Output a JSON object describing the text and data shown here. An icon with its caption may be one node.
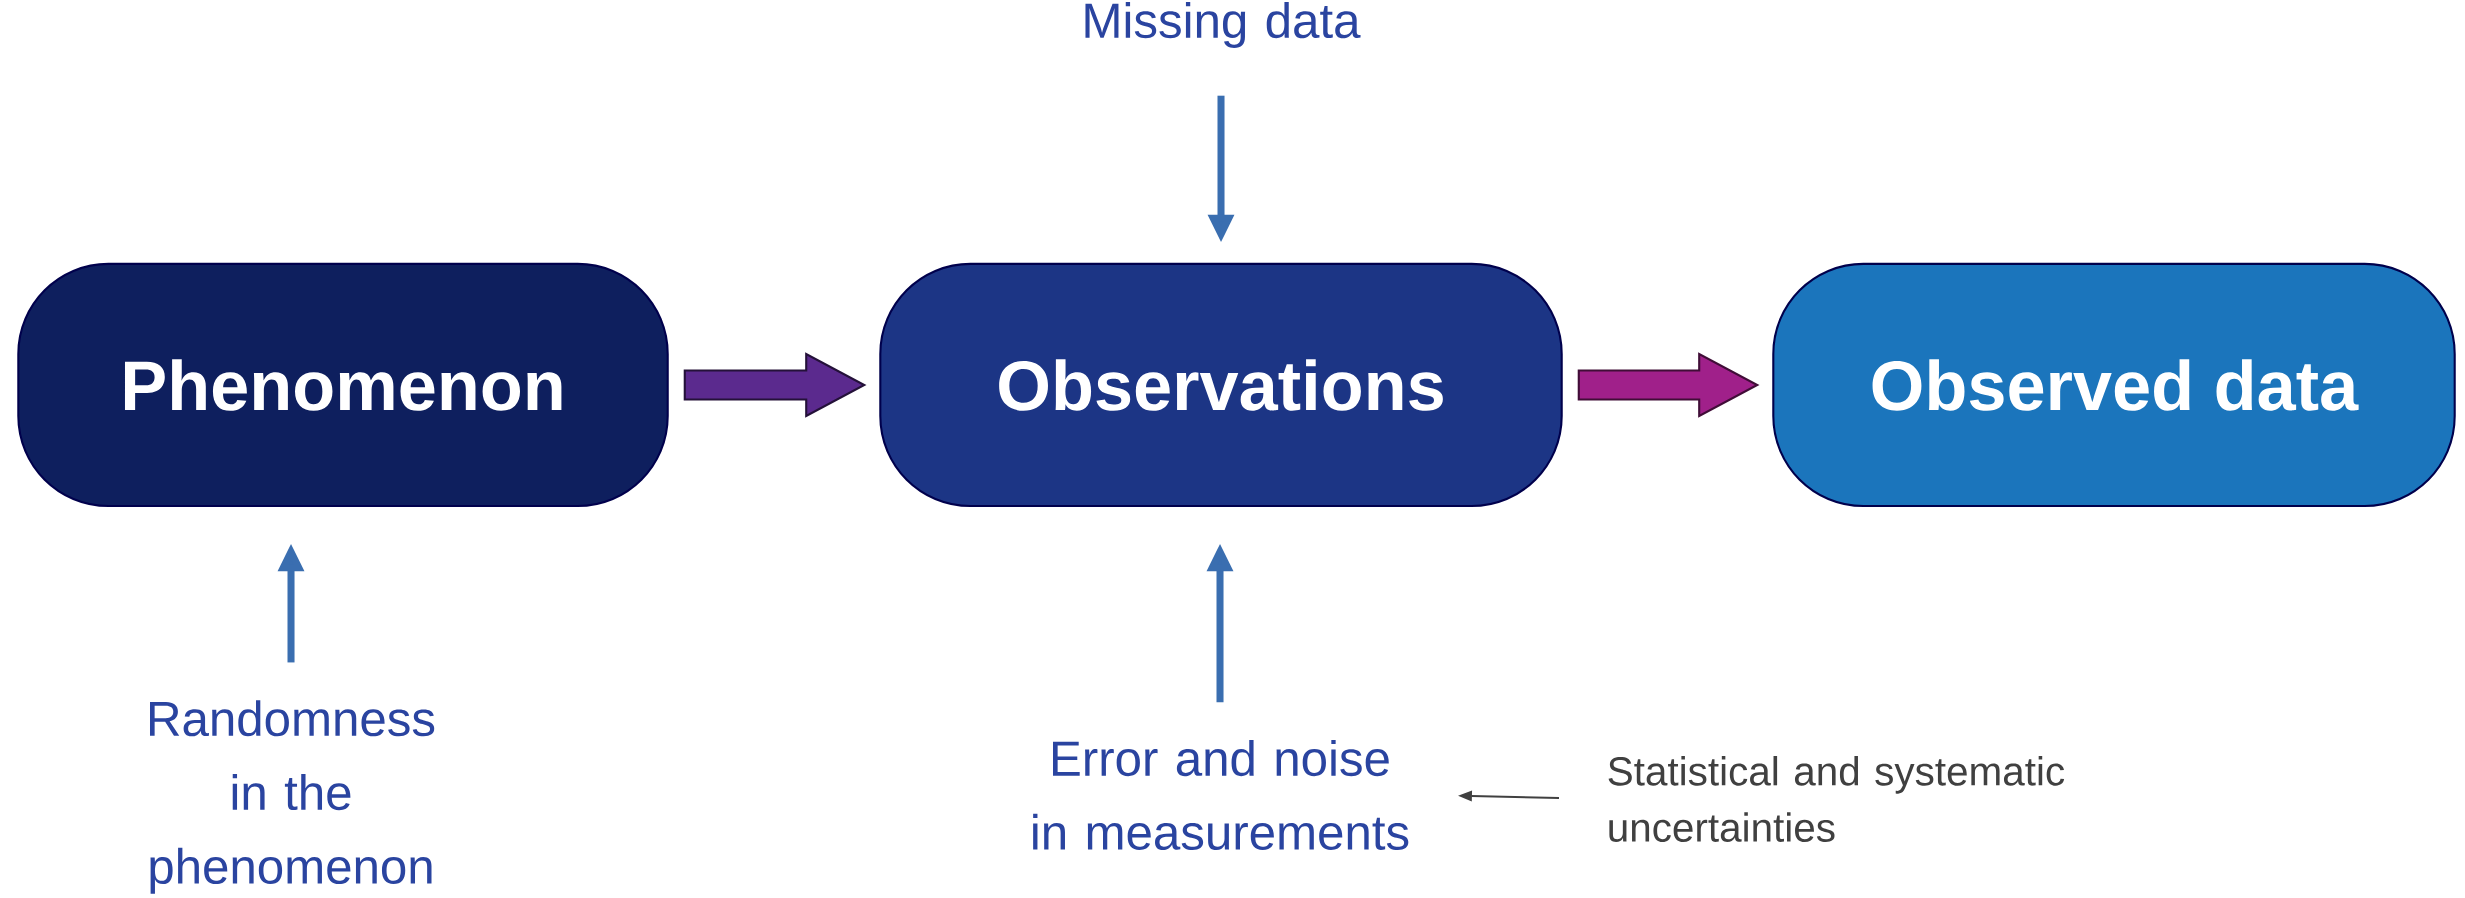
{
  "diagram": {
    "nodes": [
      {
        "text": [
          "Missing data"
        ]
      },
      {
        "text": [
          "Phenomenon"
        ]
      },
      {
        "text": [
          "Observations"
        ]
      },
      {
        "text": [
          "Observed data"
        ]
      },
      {
        "text": [
          "Randomness in the phenomenon"
        ]
      },
      {
        "text": [
          "Error and noise in measurements"
        ]
      },
      {
        "text": [
          "Statistical and systematic uncertainties"
        ]
      }
    ],
    "edges": [
      {
        "from": 0,
        "to": 2,
        "arrow": "to"
      },
      {
        "from": 1,
        "to": 2,
        "arrow": "to",
        "style": "thick",
        "color": "#5b2a8e"
      },
      {
        "from": 2,
        "to": 3,
        "arrow": "to",
        "style": "thick",
        "color": "#a0208a"
      },
      {
        "from": 4,
        "to": 1,
        "arrow": "to"
      },
      {
        "from": 5,
        "to": 2,
        "arrow": "to"
      },
      {
        "from": 6,
        "to": 5,
        "arrow": "to",
        "color": "#404040"
      }
    ]
  }
}
